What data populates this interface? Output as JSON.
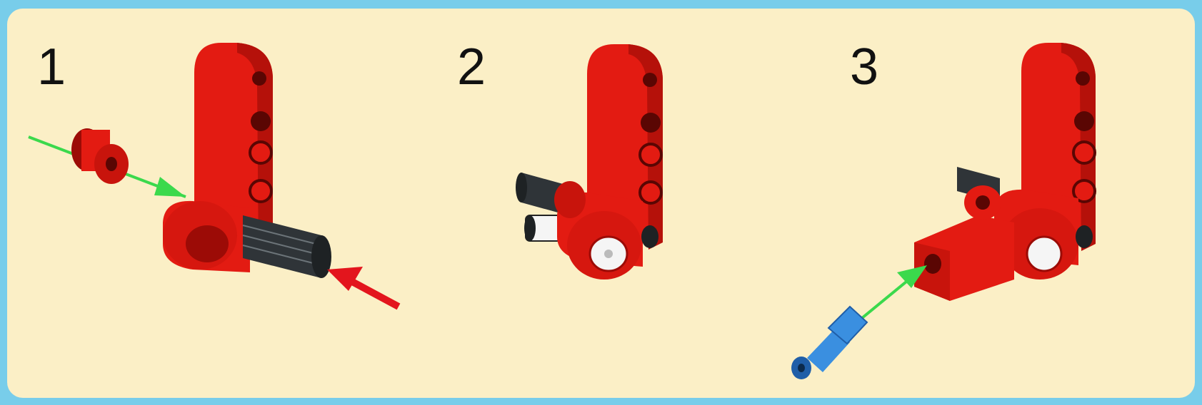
{
  "steps": [
    {
      "number": "1"
    },
    {
      "number": "2"
    },
    {
      "number": "3"
    }
  ],
  "colors": {
    "outer_border": "#78cdea",
    "panel_background": "#fbefc6",
    "part_red": "#e31b12",
    "part_red_dark": "#9c0b06",
    "axle_dark": "#2f3438",
    "pin_blue": "#3a8fe0",
    "pin_white": "#f5f5f5",
    "arrow_green": "#3bd94c",
    "arrow_red": "#e3151d"
  }
}
